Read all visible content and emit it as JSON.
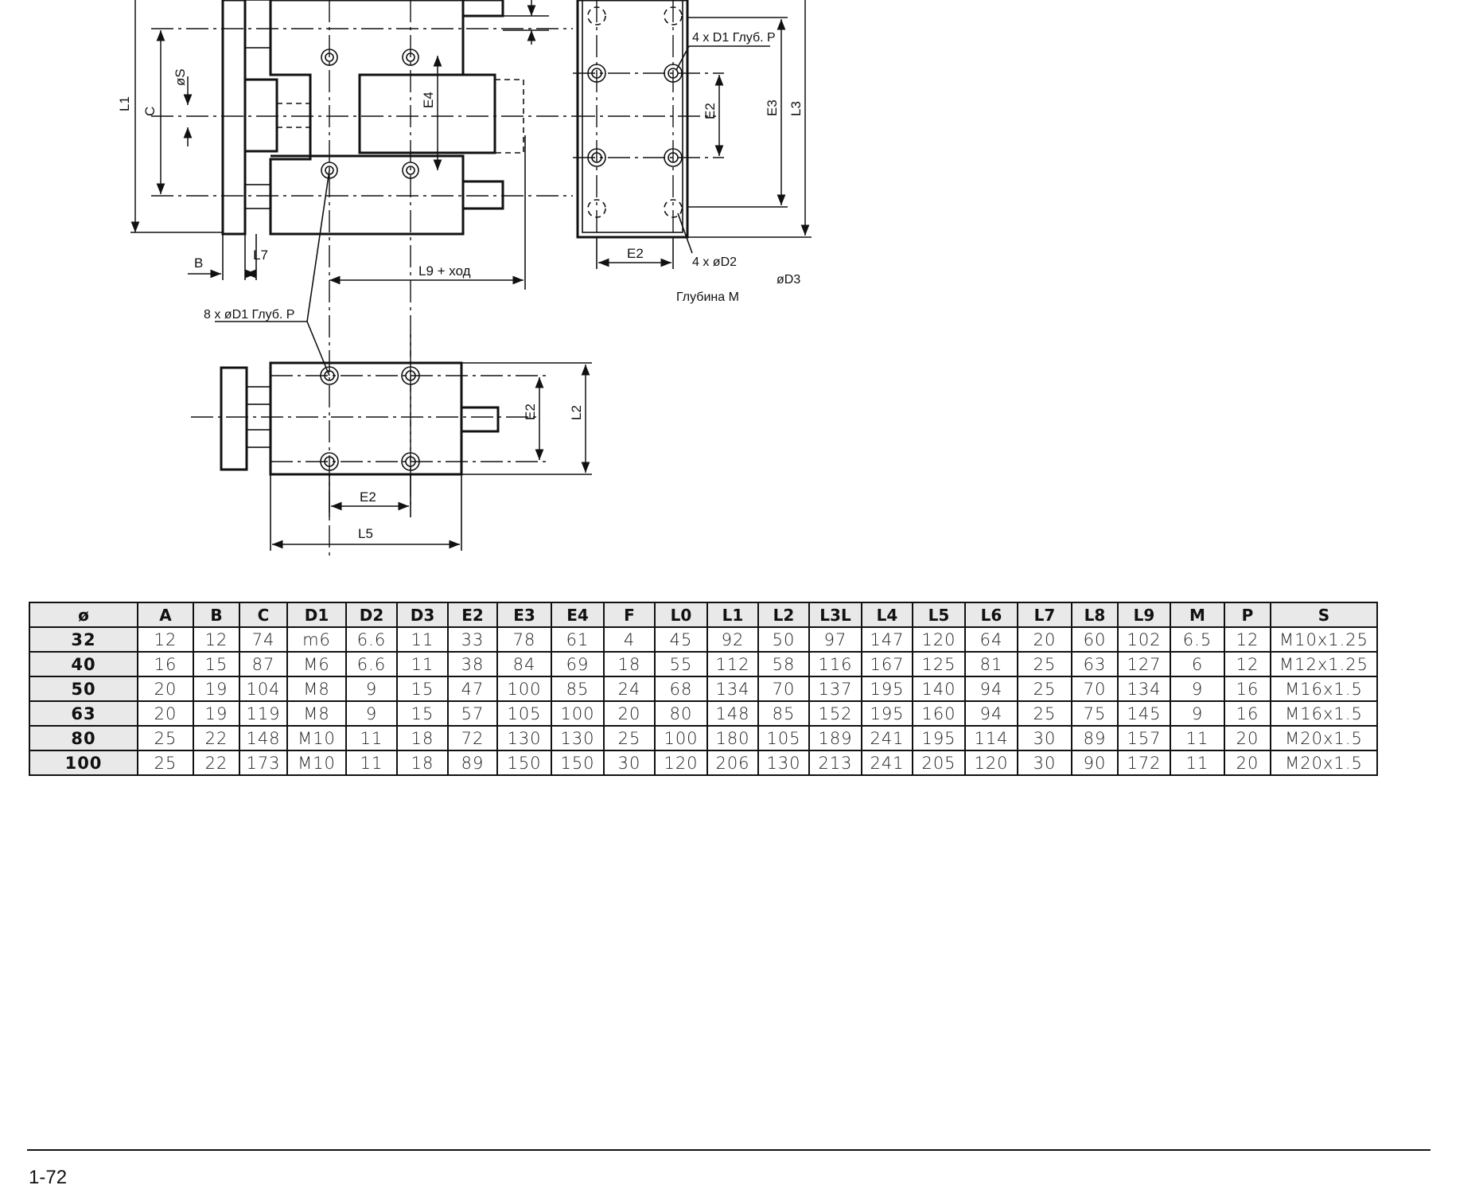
{
  "drawing": {
    "labels": {
      "L1": "L1",
      "C": "C",
      "S": "øS",
      "E4": "E4",
      "E2": "E2",
      "E3": "E3",
      "L3": "L3",
      "L2": "L2",
      "L5": "L5",
      "L7": "L7",
      "B": "B",
      "L9_stroke": "L9 + ход",
      "holes_top": "4 x D1 Глуб. P",
      "holes_side": "8 x øD1  Глуб. P",
      "holes_bottom": "4 x øD2",
      "D3": "øD3",
      "depth": "Глубина M"
    }
  },
  "table": {
    "headers": [
      "ø",
      "A",
      "B",
      "C",
      "D1",
      "D2",
      "D3",
      "E2",
      "E3",
      "E4",
      "F",
      "L0",
      "L1",
      "L2",
      "L3L",
      "L4",
      "L5",
      "L6",
      "L7",
      "L8",
      "L9",
      "M",
      "P",
      "S"
    ],
    "rows": [
      [
        "32",
        "12",
        "12",
        "74",
        "m6",
        "6.6",
        "11",
        "33",
        "78",
        "61",
        "4",
        "45",
        "92",
        "50",
        "97",
        "147",
        "120",
        "64",
        "20",
        "60",
        "102",
        "6.5",
        "12",
        "M10x1.25"
      ],
      [
        "40",
        "16",
        "15",
        "87",
        "M6",
        "6.6",
        "11",
        "38",
        "84",
        "69",
        "18",
        "55",
        "112",
        "58",
        "116",
        "167",
        "125",
        "81",
        "25",
        "63",
        "127",
        "6",
        "12",
        "M12x1.25"
      ],
      [
        "50",
        "20",
        "19",
        "104",
        "M8",
        "9",
        "15",
        "47",
        "100",
        "85",
        "24",
        "68",
        "134",
        "70",
        "137",
        "195",
        "140",
        "94",
        "25",
        "70",
        "134",
        "9",
        "16",
        "M16x1.5"
      ],
      [
        "63",
        "20",
        "19",
        "119",
        "M8",
        "9",
        "15",
        "57",
        "105",
        "100",
        "20",
        "80",
        "148",
        "85",
        "152",
        "195",
        "160",
        "94",
        "25",
        "75",
        "145",
        "9",
        "16",
        "M16x1.5"
      ],
      [
        "80",
        "25",
        "22",
        "148",
        "M10",
        "11",
        "18",
        "72",
        "130",
        "130",
        "25",
        "100",
        "180",
        "105",
        "189",
        "241",
        "195",
        "114",
        "30",
        "89",
        "157",
        "11",
        "20",
        "M20x1.5"
      ],
      [
        "100",
        "25",
        "22",
        "173",
        "M10",
        "11",
        "18",
        "89",
        "150",
        "150",
        "30",
        "120",
        "206",
        "130",
        "213",
        "241",
        "205",
        "120",
        "30",
        "90",
        "172",
        "11",
        "20",
        "M20x1.5"
      ]
    ]
  },
  "footer": {
    "page_number": "1-72"
  }
}
